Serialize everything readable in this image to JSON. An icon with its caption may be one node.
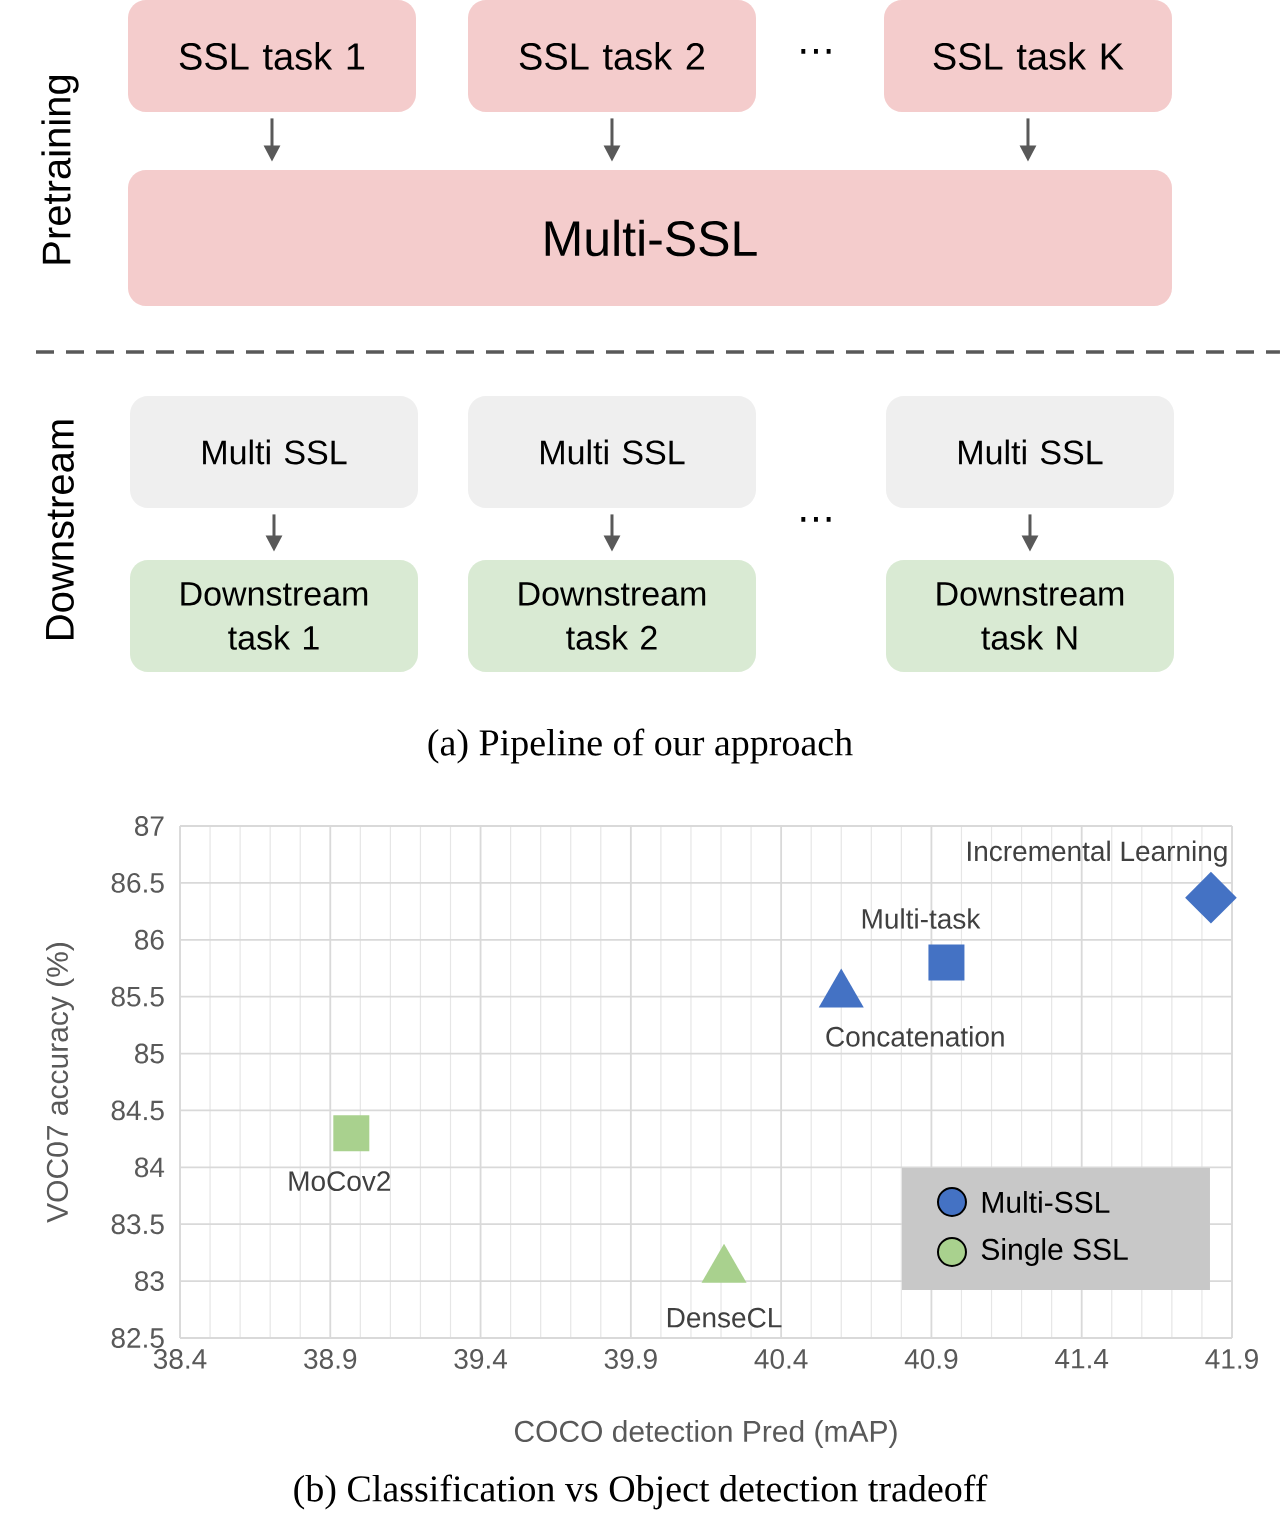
{
  "diagram": {
    "nodes": [
      {
        "text": [
          "SSL task 1"
        ]
      },
      {
        "text": [
          "SSL task 2"
        ]
      },
      {
        "text": [
          "SSL task K"
        ]
      },
      {
        "text": [
          "Multi-SSL"
        ]
      },
      {
        "text": [
          "Multi SSL"
        ]
      },
      {
        "text": [
          "Multi SSL"
        ]
      },
      {
        "text": [
          "Multi SSL"
        ]
      },
      {
        "text": [
          "Downstream task 1"
        ]
      },
      {
        "text": [
          "Downstream task 2"
        ]
      },
      {
        "text": [
          "Downstream task N"
        ]
      }
    ],
    "edges": [
      {
        "from": 0,
        "to": 3,
        "arrow": "to"
      },
      {
        "from": 1,
        "to": 3,
        "arrow": "to"
      },
      {
        "from": 2,
        "to": 3,
        "arrow": "to"
      },
      {
        "from": 4,
        "to": 7,
        "arrow": "to"
      },
      {
        "from": 5,
        "to": 8,
        "arrow": "to"
      },
      {
        "from": 6,
        "to": 9,
        "arrow": "to"
      }
    ],
    "labels": [
      "⋯",
      "Pretraining",
      "Downstream",
      "⋯",
      "(a) Pipeline of our approach",
      "(b) Classification vs Object detection tradeoff"
    ],
    "chart_data": {
      "type": "scatter",
      "xlabel": "COCO detection Pred (mAP)",
      "ylabel": "VOC07 accuracy (%)",
      "grid": true,
      "legend": "lower right",
      "xlim": [
        38.4,
        41.9
      ],
      "ylim": [
        82.5,
        87
      ],
      "xticks": [
        38.4,
        38.9,
        39.4,
        39.9,
        40.4,
        40.9,
        41.4,
        41.9
      ],
      "yticks": [
        82.5,
        83,
        83.5,
        84,
        84.5,
        85,
        85.5,
        86,
        86.5,
        87
      ],
      "series": [
        {
          "name": "Multi-SSL",
          "color": "#4472c4",
          "x": [
            40.6,
            40.95,
            41.83
          ],
          "values": [
            85.52,
            85.8,
            86.37
          ]
        },
        {
          "name": "Single SSL",
          "color": "#a9d18e",
          "x": [
            38.97,
            40.21
          ],
          "values": [
            84.3,
            83.1
          ]
        }
      ],
      "annotations": [
        {
          "text": "Incremental Learning",
          "x": 41.83,
          "y": 86.37
        },
        {
          "text": "Multi-task",
          "x": 40.95,
          "y": 85.8
        },
        {
          "text": "Concatenation",
          "x": 40.6,
          "y": 85.52
        },
        {
          "text": "MoCov2",
          "x": 38.97,
          "y": 84.3
        },
        {
          "text": "DenseCL",
          "x": 40.21,
          "y": 83.1
        }
      ]
    }
  }
}
